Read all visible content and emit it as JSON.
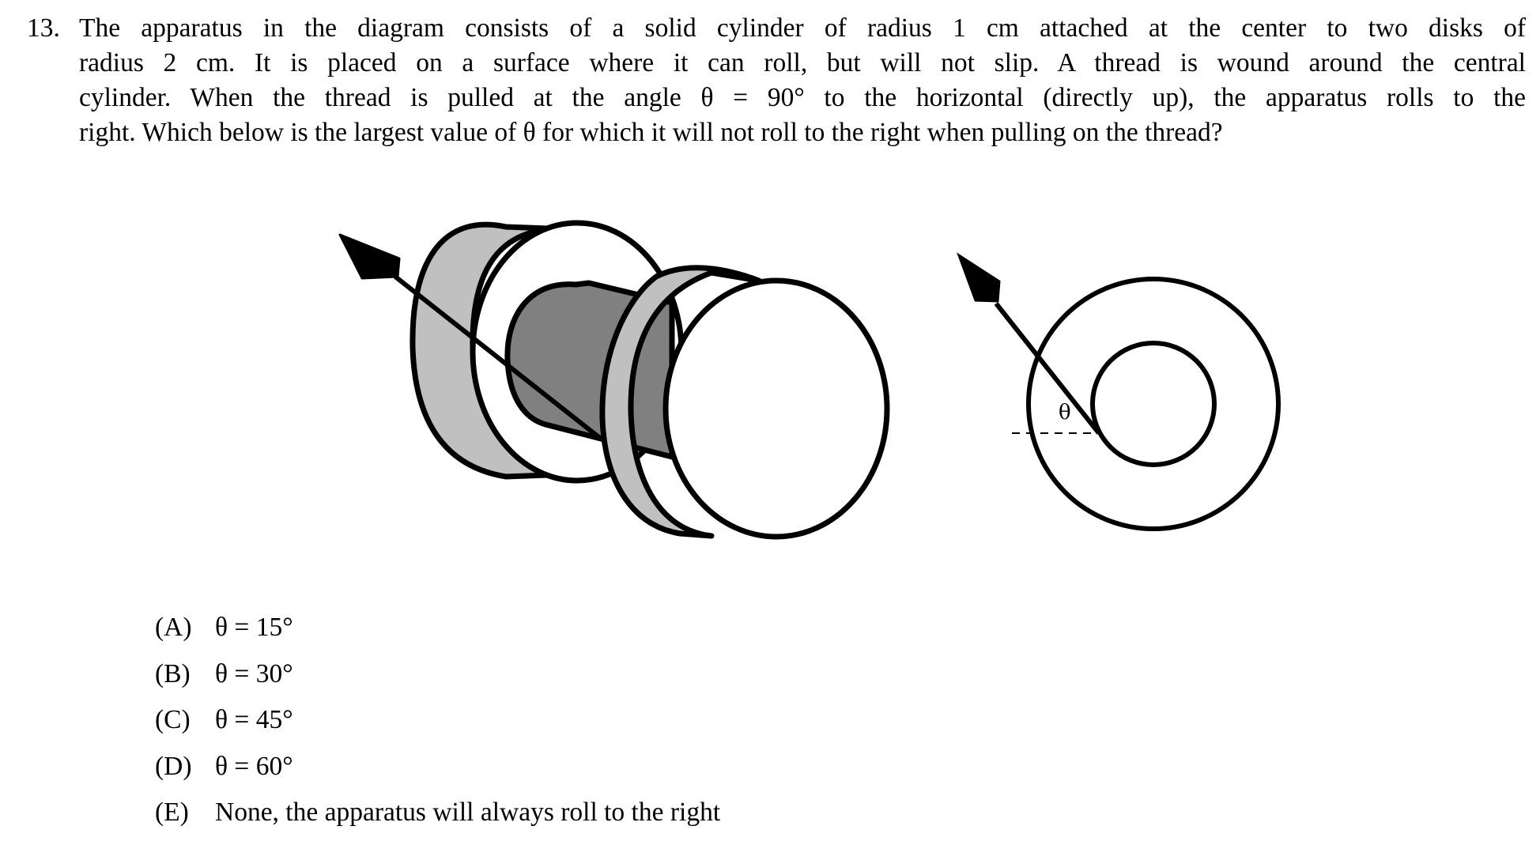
{
  "question": {
    "number": "13.",
    "lines": [
      "The apparatus in the diagram consists of a solid cylinder of radius 1 cm attached at the center to two disks of",
      "radius 2 cm.  It is placed on a surface where it can roll, but will not slip.  A thread is wound around the central",
      "cylinder. When the thread is pulled at the angle θ = 90° to the horizontal (directly up), the apparatus rolls to the",
      "right. Which below is the largest value of θ for which it will not roll to the right when pulling on the thread?"
    ]
  },
  "figure": {
    "left_view": "3D spool: two disks (radius 2 cm) joined by central cylinder (radius 1 cm), thread with arrow pulled up-left",
    "right_view": "side view: concentric circles with thread leaving inner circle at angle θ to horizontal dashed line",
    "theta_label": "θ",
    "colors": {
      "disk_rim": "#c0c0c0",
      "cylinder": "#808080",
      "stroke": "#000000",
      "face": "#ffffff"
    }
  },
  "choices": [
    {
      "label": "(A)",
      "text": "θ = 15°"
    },
    {
      "label": "(B)",
      "text": "θ = 30°"
    },
    {
      "label": "(C)",
      "text": "θ = 45°"
    },
    {
      "label": "(D)",
      "text": "θ = 60°"
    },
    {
      "label": "(E)",
      "text": "None, the apparatus will always roll to the right"
    }
  ]
}
